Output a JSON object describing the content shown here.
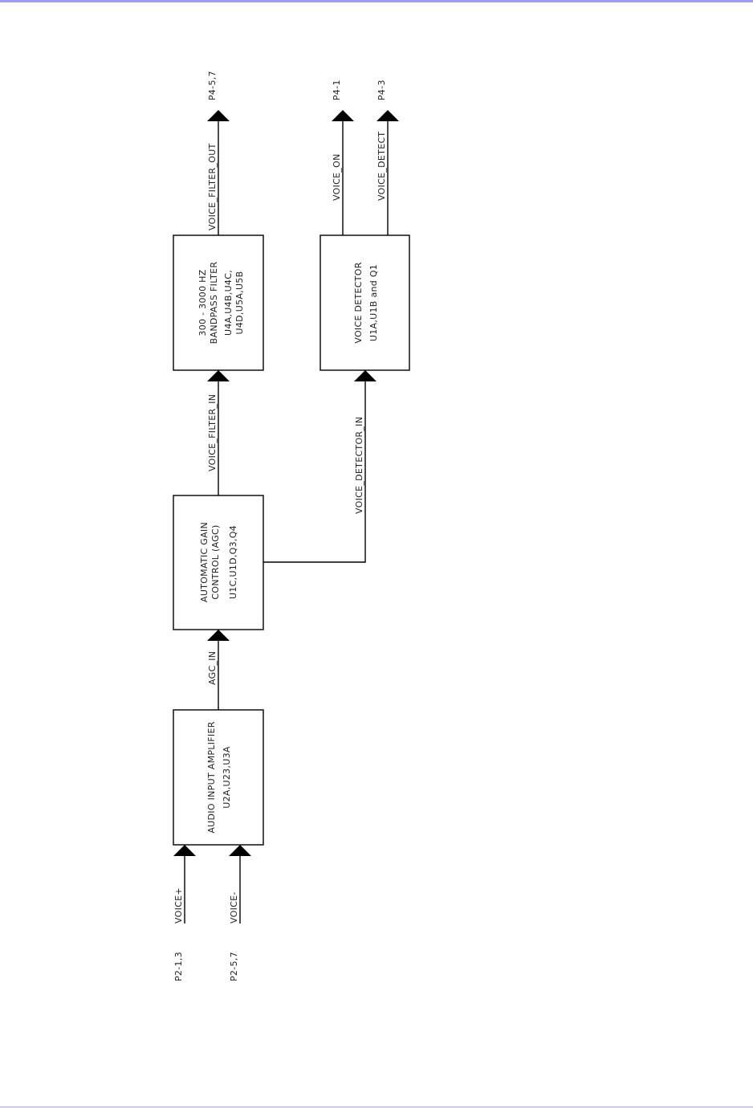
{
  "colors": {
    "rule": "#9b9ef0",
    "ink": "#000000",
    "label": "#222222"
  },
  "blocks": {
    "audio_amp": {
      "line1": "AUDIO INPUT AMPLIFIER",
      "line2": "U2A,U23,U3A"
    },
    "agc": {
      "line1": "AUTOMATIC GAIN",
      "line2": "CONTROL (AGC)",
      "line3": "U1C,U1D,Q3,Q4"
    },
    "bandpass": {
      "line1": "300 - 3000 HZ",
      "line2": "BANDPASS FILTER",
      "line3": "U4A,U4B,U4C,",
      "line4": "U4D,U5A,U5B"
    },
    "voice_detector": {
      "line1": "VOICE DETECTOR",
      "line2": "U1A,U1B and Q1"
    }
  },
  "signals": {
    "voice_plus": "VOICE+",
    "voice_minus": "VOICE-",
    "agc_in": "AGC_IN",
    "voice_filter_in": "VOICE_FILTER_IN",
    "voice_filter_out": "VOICE_FILTER_OUT",
    "voice_detector_in": "VOICE_DETECTOR_IN",
    "voice_on": "VOICE_ON",
    "voice_detect": "VOICE_DETECT"
  },
  "connectors": {
    "p2_1_3": "P2-1,3",
    "p2_5_7": "P2-5,7",
    "p4_5_7": "P4-5,7",
    "p4_1": "P4-1",
    "p4_3": "P4-3"
  }
}
